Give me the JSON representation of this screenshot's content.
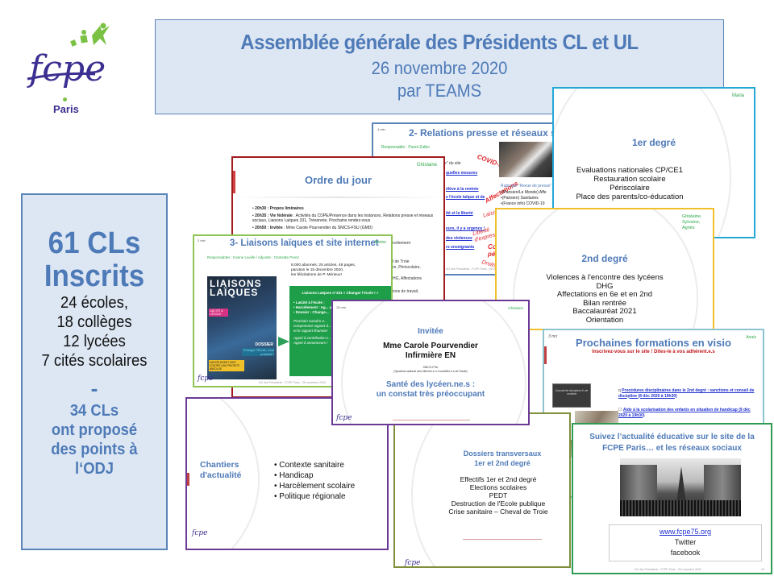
{
  "logo": {
    "brand": "fcpe",
    "city": "Paris",
    "colors": {
      "brand": "#3b2f91",
      "accent": "#7bc143"
    }
  },
  "header": {
    "title": "Assemblée générale des Présidents CL et UL",
    "date": "26 novembre 2020",
    "medium": "par TEAMS"
  },
  "stats": {
    "headline1": "61 CLs",
    "headline2": "Inscrits",
    "breakdown": [
      "24 écoles,",
      "18 collèges",
      "12 lycées",
      "7 cités scolaires"
    ],
    "separator": "-",
    "proposals": [
      "34 CLs",
      "ont proposé",
      "des points à",
      "l‘ODJ"
    ]
  },
  "slides": {
    "relations": {
      "duration": "4 min",
      "title": "2- Relations presse et réseaux sociaux",
      "responsable": "Responsable : Pavol Zatko",
      "site_label": "e\" du site",
      "links": [
        "quelles mesures",
        "élève à la rentrée",
        "e l'école laïque et de",
        "ité et la liberté",
        "eurs, il y a urgence !",
        "des violences",
        "rs enseignants"
      ],
      "tags": [
        "COVID-19",
        "Affectations",
        "Laïcité",
        "Liberté d'expression",
        "Co... péda...",
        "Droits d..."
      ],
      "rubrique_title": "Rubrique \"Revue de presse\"",
      "rubrique_items": [
        "•(Parisien/Le Monde) Affe",
        "•(Parisien) Sanitaires",
        "•(France info) COVID-19"
      ],
      "footer": "AG des Présidents - FCPE Paris - 26 novembre 2020"
    },
    "premier": {
      "who": "Maria",
      "title": "1er degré",
      "items": [
        "Evaluations nationales CP/CE1",
        "Restauration scolaire",
        "Périscolaire",
        "Place des parents/co-éducation"
      ]
    },
    "ordre": {
      "who": "Ghislaine",
      "title": "Ordre du jour",
      "items": [
        {
          "time": "20h30 : Propos liminaires",
          "text": ""
        },
        {
          "time": "20h35 : Vie fédérale",
          "text": " : Activités du CDPE/Présence dans les instances, Relations presse et réseaux sociaux, Liaisons Laïques 331, Trésorerie, Prochains rendez-vous"
        },
        {
          "time": "20h50 : Invitée",
          "text": " : Mme Carole Pourvendier du SNICS-FSU (GMD)"
        }
      ],
      "fragments": [
        "rcèlement",
        "l de Troie",
        "re, Périscolaire,",
        "HG, Affectations",
        "ions de travail,"
      ]
    },
    "liaisons": {
      "duration": "2 min",
      "who": "Karine",
      "title": "3- Liaisons laïques et site internet",
      "responsables": "Responsables : Karine Laville / Adjointe : Charlotte Perez",
      "stats_lines": [
        "8.000 abonnés, 25 articles, 48 pages,",
        "parution le 15 décembre 2020,",
        "les félicitations de P. Mérieux!"
      ],
      "box_title": "Liaisons Laïques n°331  « Changer l'école ! »",
      "box_items": [
        "Laïcité à l'école :",
        "Harcèlement : Ag... absolue",
        "Dossier : Change..."
      ],
      "box_italic": [
        "Prochain numéro e...",
        "comprenant rapport d...",
        "et le rapport financier",
        "Appel à contribution c...",
        "Appel à annonceurs !"
      ],
      "magazine": {
        "name1": "LIAISONS",
        "name2": "LAÏQUES",
        "issue": "331",
        "badge": "LAÏCITÉ À L'ÉCOLE",
        "dossier": "DOSSIER",
        "dossier_sub": "Changer l'École, c'est possible !",
        "harcelement": "HARCÈLEMENT AGIR CONTRE UNE PRIORITÉ ABSOLUE"
      },
      "footer": "AG des Présidents - FCPE Paris - 26 novembre 2020"
    },
    "second": {
      "who": "Ghislaine, Sylvaine, Agnès",
      "title": "2nd degré",
      "items": [
        "Violences à l'encontre des lycéens",
        "DHG",
        "Affectations en 6e et en 2nd",
        "Bilan rentrée",
        "Baccalauréat 2021",
        "Orientation"
      ]
    },
    "invitee": {
      "duration": "15 min",
      "who": "Ghislaine",
      "label": "Invitée",
      "name": "Mme Carole Pourvendier",
      "role": "Infirmière EN",
      "org": "SNICS-FSU",
      "org_full": "(Syndicat national des infirmier.e.s Conseiller.e.s de Santé)",
      "topic1": "Santé des lycéen.ne.s :",
      "topic2": "un constat très préoccupant"
    },
    "formations": {
      "duration": "3 mn",
      "who": "Anaïs",
      "title": "Prochaines formations en visio",
      "subtitle": "Inscrivez-vous sur le site ! Dites-le à vos adhérent.e.s",
      "items": [
        "Procédures disciplinaires dans le 2nd degré : sanctions et conseil de discipline (8 déc 2020 à 19h30)",
        "Aide à la scolarisation des enfants en situation de handicap (9 déc 2020 à 19h30)"
      ],
      "chalk": "Conseil de discipline & vie scolaire"
    },
    "chantiers": {
      "title1": "Chantiers",
      "title2": "d'actualité",
      "items": [
        "Contexte sanitaire",
        "Handicap",
        "Harcèlement scolaire",
        "Politique régionale"
      ]
    },
    "transversaux": {
      "title1": "Dossiers transversaux",
      "title2": "1er et 2nd degré",
      "items": [
        "Effectifs 1er et 2nd degré",
        "Elections scolaires",
        "PEDT",
        "Destruction de l'Ecole publique",
        "Crise sanitaire – Cheval de Troie"
      ]
    },
    "suivez": {
      "title1": "Suivez l’actualité éducative sur le site de la",
      "title2": "FCPE Paris… et les réseaux sociaux",
      "url": "www.fcpe75.org",
      "twitter": "Twitter",
      "facebook": "facebook",
      "footer": "AG des Présidents - FCPE Paris - 26 novembre 2020",
      "page": "43"
    }
  },
  "colors": {
    "header_bg": "#dde7f3",
    "header_border": "#5b84b8",
    "title_blue": "#4e7ab8",
    "frame_red": "#a11b1f",
    "frame_green": "#8fc557",
    "frame_purple": "#6a3a96",
    "frame_yellow": "#f0c02a",
    "frame_cyan": "#25a7d6",
    "frame_teal": "#8cc3cf",
    "frame_olive": "#7f8f3a",
    "frame_dgreen": "#2e9b53",
    "box_green": "#1f9e4a"
  },
  "mini_logo": "fcpe"
}
